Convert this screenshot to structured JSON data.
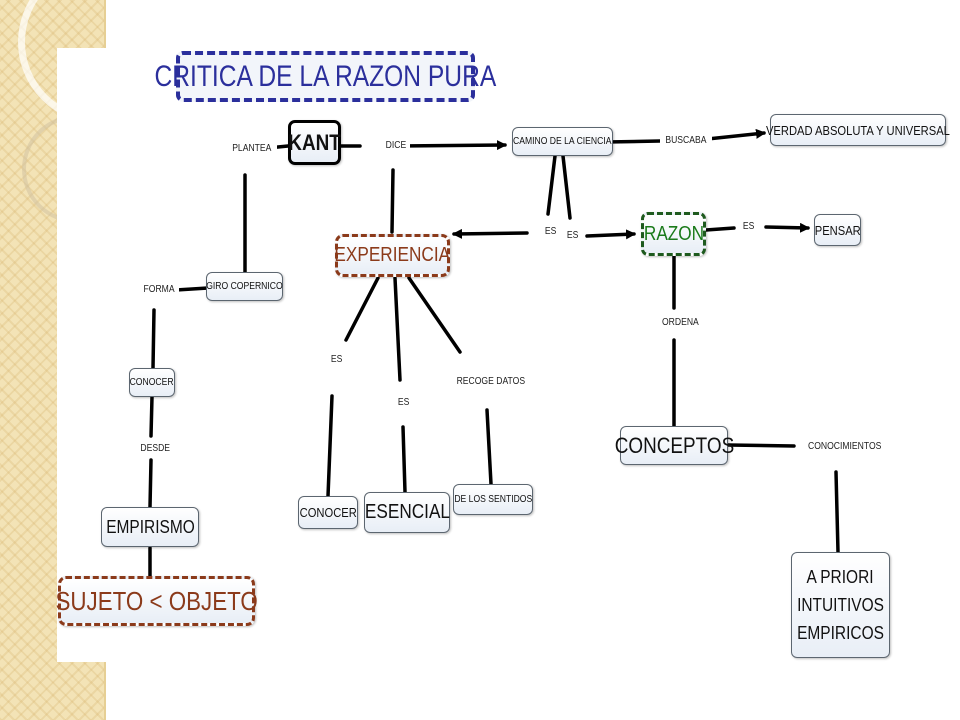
{
  "diagram": {
    "title": "CRITICA DE LA RAZON PURA",
    "nodes": {
      "kant": "KANT",
      "camino": "CAMINO DE LA CIENCIA",
      "verdad": "VERDAD ABSOLUTA Y UNIVERSAL",
      "experiencia": "EXPERIENCIA",
      "razon": "RAZON",
      "pensar": "PENSAR",
      "giro": "GIRO COPERNICO",
      "conocer_left": "CONOCER",
      "empirismo": "EMPIRISMO",
      "sujeto": "SUJETO < OBJETO",
      "conocer_mid": "CONOCER",
      "esencial": "ESENCIAL",
      "sentidos": "DE LOS SENTIDOS",
      "conceptos": "CONCEPTOS",
      "apriori_1": "A PRIORI",
      "apriori_2": "INTUITIVOS",
      "apriori_3": "EMPIRICOS"
    },
    "links": {
      "plantea": "PLANTEA",
      "dice": "DICE",
      "buscaba": "BUSCABA",
      "es_a": "ES",
      "es_b": "ES",
      "es_razon_pensar": "ES",
      "forma": "FORMA",
      "desde": "DESDE",
      "es_exp_conocer": "ES",
      "es_exp_esencial": "ES",
      "recoge": "RECOGE DATOS",
      "ordena": "ORDENA",
      "conocimientos": "CONOCIMIENTOS"
    },
    "colors": {
      "title_border": "#2b2f9c",
      "dashed_brown": "#8b3a1a",
      "dashed_green": "#1e5a1e",
      "razon_text": "#1a7a1a",
      "experiencia_text": "#8b3a1a",
      "sujeto_text": "#8b3a1a",
      "title_text": "#2b2f9c"
    }
  }
}
